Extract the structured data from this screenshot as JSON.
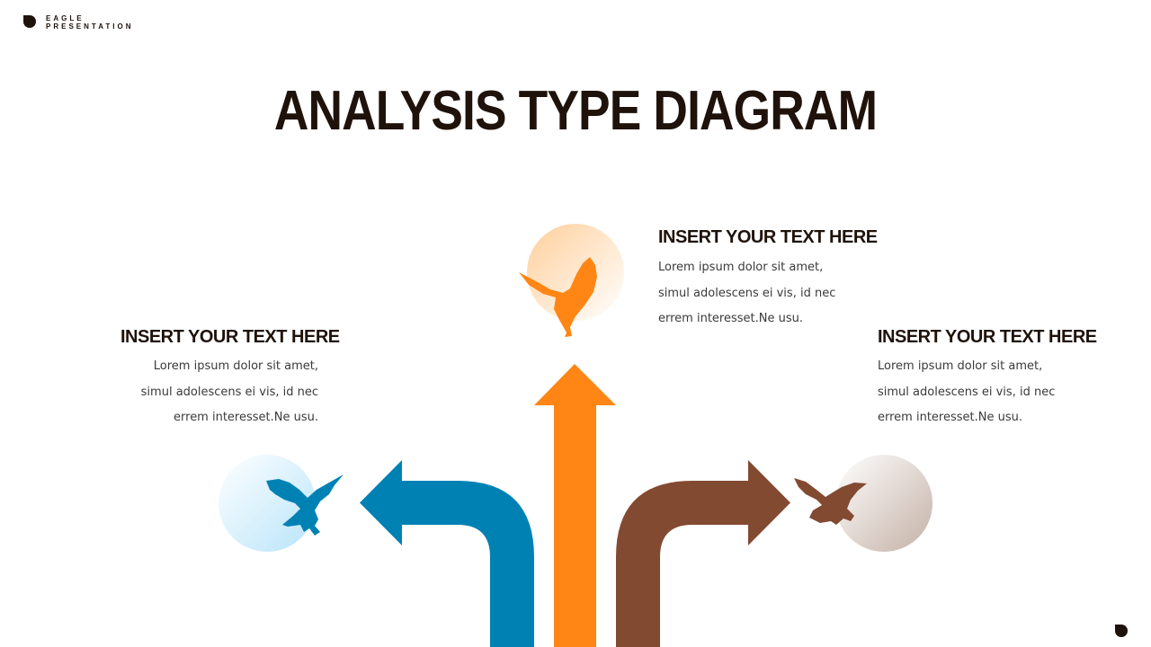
{
  "brand": {
    "line1": "EAGLE",
    "line2": "PRESENTATION"
  },
  "title": "ANALYSIS TYPE DIAGRAM",
  "items": [
    {
      "heading": "INSERT YOUR TEXT HERE",
      "body": "Lorem ipsum dolor sit amet, simul adolescens ei vis, id nec errem interesset.Ne usu.",
      "color": "#0081B4"
    },
    {
      "heading": "INSERT YOUR TEXT HERE",
      "body": "Lorem ipsum dolor sit amet, simul adolescens ei vis, id nec errem interesset.Ne usu.",
      "color": "#FF8614"
    },
    {
      "heading": "INSERT YOUR TEXT HERE",
      "body": "Lorem ipsum dolor sit amet, simul adolescens ei vis, id nec errem interesset.Ne usu.",
      "color": "#834A32"
    }
  ],
  "colors": {
    "dark": "#1e120a",
    "blue": "#0081B4",
    "orange": "#FF8614",
    "brown": "#834A32"
  }
}
